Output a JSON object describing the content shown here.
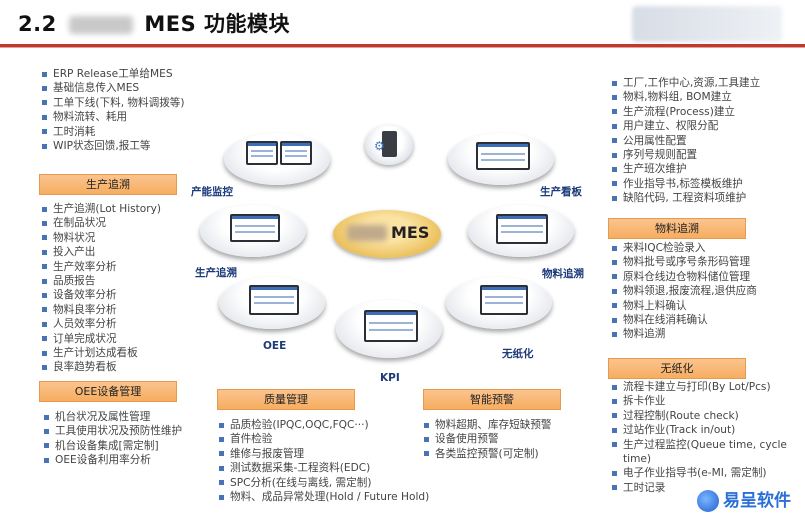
{
  "title": {
    "prefix": "2.2",
    "suffix": "MES 功能模块"
  },
  "center_label": "MES",
  "left_top_list": [
    "ERP Release工单给MES",
    "基础信息传入MES",
    "工单下线(下料, 物料调拨等)",
    "物料流转、耗用",
    "工时消耗",
    "WIP状态回馈,报工等"
  ],
  "trace_section": {
    "header": "生产追溯",
    "items": [
      "生产追溯(Lot History)",
      "在制品状况",
      "物料状况",
      "投入产出",
      "生产效率分析",
      "品质报告",
      "设备效率分析",
      "物料良率分析",
      "人员效率分析",
      "订单完成状况",
      "生产计划达成看板",
      "良率趋势看板"
    ]
  },
  "oee_section": {
    "header": "OEE设备管理",
    "items": [
      "机台状况及属性管理",
      "工具使用状况及预防性维护",
      "机台设备集成[需定制]",
      "OEE设备利用率分析"
    ]
  },
  "quality_section": {
    "header": "质量管理",
    "items": [
      "品质检验(IPQC,OQC,FQC···)",
      "首件检验",
      "维修与报废管理",
      "测试数据采集-工程资料(EDC)",
      "SPC分析(在线与离线, 需定制)",
      "物料、成品异常处理(Hold / Future Hold)"
    ]
  },
  "warning_section": {
    "header": "智能预警",
    "items": [
      "物料超期、库存短缺预警",
      "设备使用预警",
      "各类监控预警(可定制)"
    ]
  },
  "right_top_list": [
    "工厂,工作中心,资源,工具建立",
    "物料,物料组, BOM建立",
    "生产流程(Process)建立",
    "用户建立、权限分配",
    "公用属性配置",
    "序列号规则配置",
    "生产班次维护",
    "作业指导书,标签模板维护",
    "缺陷代码, 工程资料项维护"
  ],
  "material_section": {
    "header": "物料追溯",
    "items": [
      "来料IQC检验录入",
      "物料批号或序号条形码管理",
      "原料仓线边仓物料储位管理",
      "物料领退,报废流程,退供应商",
      "物料上料确认",
      "物料在线消耗确认",
      "物料追溯"
    ]
  },
  "paperless_section": {
    "header": "无纸化",
    "items": [
      "流程卡建立与打印(By Lot/Pcs)",
      "拆卡作业",
      "过程控制(Route check)",
      "过站作业(Track in/out)",
      "生产过程监控(Queue time, cycle time)",
      "电子作业指导书(e-MI, 需定制)",
      "工时记录"
    ]
  },
  "diagram_labels": {
    "capacity": "产能监控",
    "production_board": "生产看板",
    "production_trace": "生产追溯",
    "material_trace": "物料追溯",
    "oee": "OEE",
    "paperless": "无纸化",
    "kpi": "KPI"
  },
  "brand": "易呈软件",
  "colors": {
    "title_rule": "#c0392b",
    "header_fill": "#f6ad60",
    "bullet": "#4a73b5",
    "label": "#1d3a7a"
  }
}
